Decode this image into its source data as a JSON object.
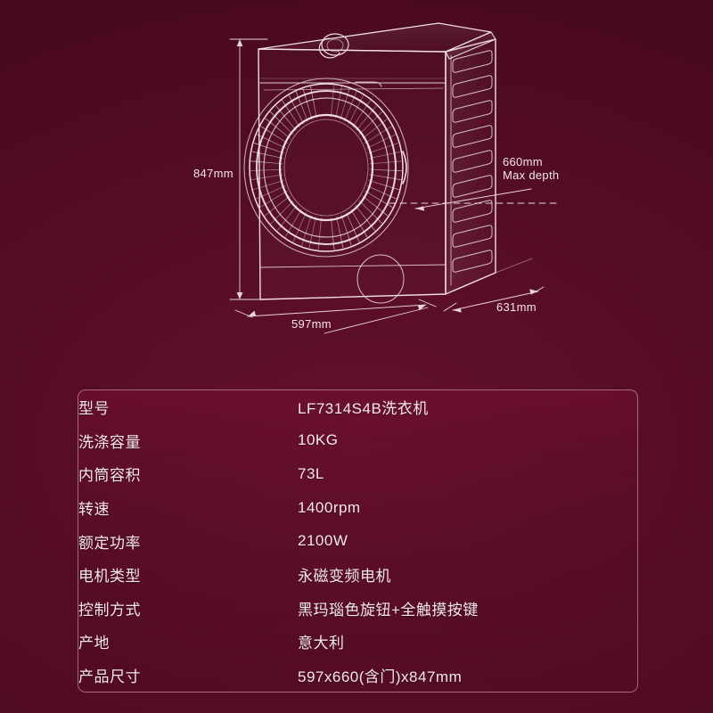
{
  "theme": {
    "background_color": "#4b0a1f",
    "accent_color": "#63102c",
    "line_color": "#f0dde4",
    "text_color": "#f5e8ec",
    "panel_border_color": "#e2b4c4"
  },
  "diagram": {
    "name": "washing-machine-dimension-drawing",
    "height_label": "847mm",
    "depth_label": "660mm",
    "depth_sublabel": "Max depth",
    "width_label": "597mm",
    "side_depth_label": "631mm"
  },
  "spec_table": {
    "rows": [
      {
        "label": "型号",
        "value": "LF7314S4B洗衣机"
      },
      {
        "label": "洗涤容量",
        "value": "10KG"
      },
      {
        "label": "内筒容积",
        "value": "73L"
      },
      {
        "label": "转速",
        "value": "1400rpm"
      },
      {
        "label": "额定功率",
        "value": "2100W"
      },
      {
        "label": "电机类型",
        "value": "永磁变频电机"
      },
      {
        "label": "控制方式",
        "value": "黑玛瑙色旋钮+全触摸按键"
      },
      {
        "label": "产地",
        "value": "意大利"
      },
      {
        "label": "产品尺寸",
        "value": "597x660(含门)x847mm"
      }
    ]
  }
}
